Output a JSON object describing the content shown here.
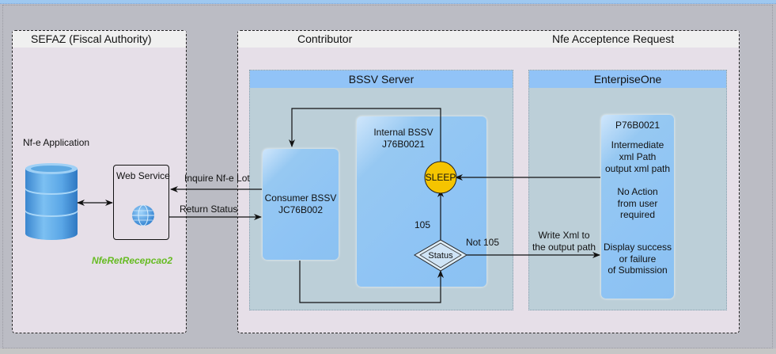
{
  "lanes": {
    "sefaz": {
      "title": "SEFAZ (Fiscal Authority)"
    },
    "contributor": {
      "title": "Contributor"
    },
    "nfe_acceptance": {
      "title": "Nfe Acceptence Request"
    }
  },
  "sefaz": {
    "app_label": "Nf-e Application",
    "database_icon": "database-icon",
    "web_service": {
      "label": "Web Service",
      "icon": "globe-icon"
    },
    "service_name": "NfeRetRecepcao2",
    "service_name_color": "#66bb22"
  },
  "bssv_server": {
    "title": "BSSV Server",
    "consumer": {
      "line1": "Consumer  BSSV",
      "line2": "JC76B002"
    },
    "internal": {
      "line1": "Internal BSSV",
      "line2": "J76B0021"
    },
    "sleep": {
      "label": "SLEEP",
      "color": "#f5c400"
    },
    "decision": {
      "label": "Status"
    },
    "branch_105": "105",
    "branch_not_105": "Not 105"
  },
  "enterprise_one": {
    "title": "EnterpiseOne",
    "program": "P76B0021",
    "desc1": [
      "Intermediate",
      "xml Path",
      "output xml path"
    ],
    "desc2": [
      "No Action",
      "from user",
      "required"
    ],
    "desc3": [
      "Display success",
      "or failure",
      "of Submission"
    ]
  },
  "flows": {
    "inquire": "Inquire Nf-e Lot",
    "return_status": "Return Status",
    "write_xml": [
      "Write Xml to",
      "the output path"
    ]
  },
  "colors": {
    "lane_bg": "#e6dfe8",
    "sub_bg": "#bccfd8",
    "sub_header": "#91c3f7",
    "box_blue": "#8fc4f4",
    "canvas": "#bbbcc4"
  }
}
